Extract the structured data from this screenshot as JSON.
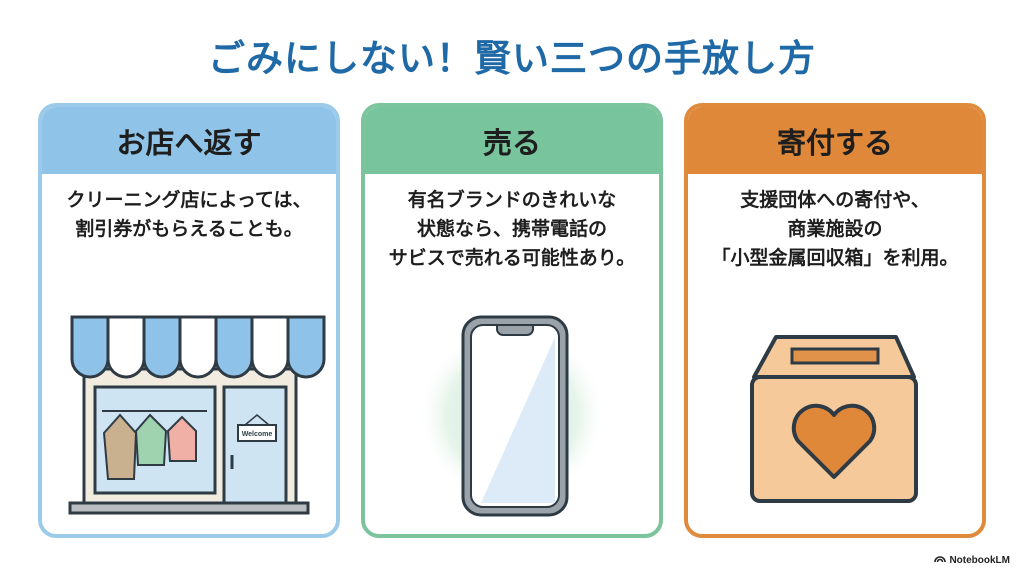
{
  "title": "ごみにしない！賢い三つの手放し方",
  "colors": {
    "title": "#1f6aa6",
    "card1_accent": "#8fc4e8",
    "card2_accent": "#78c49c",
    "card3_accent": "#df883a"
  },
  "cards": [
    {
      "heading": "お店へ返す",
      "lines": [
        "クリーニング店によっては、",
        "割引券がもらえることも。"
      ],
      "illustration": "storefront-icon",
      "sign_text": "Welcome"
    },
    {
      "heading": "売る",
      "lines": [
        "有名ブランドのきれいな",
        "状態なら、携帯電話の",
        "サビスで売れる可能性あり。"
      ],
      "illustration": "smartphone-icon"
    },
    {
      "heading": "寄付する",
      "lines": [
        "支援団体への寄付や、",
        "商業施設の",
        "「小型金属回収箱」を利用。"
      ],
      "illustration": "donation-box-icon"
    }
  ],
  "footer": {
    "brand": "NotebookLM"
  }
}
